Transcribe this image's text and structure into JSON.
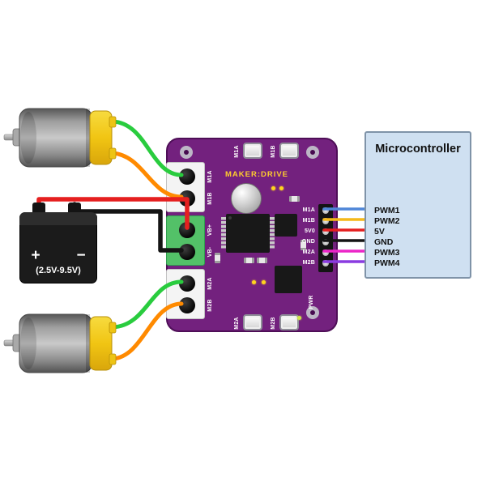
{
  "board": {
    "brand": "MAKER:DRIVE",
    "terminal_labels": [
      "M1A",
      "M1B",
      "VB+",
      "VB-",
      "M2A",
      "M2B"
    ],
    "button_labels": {
      "top": [
        "M1A",
        "M1B"
      ],
      "bottom": [
        "M2A",
        "M2B"
      ]
    },
    "right_pin_labels": [
      "M1A",
      "M1B",
      "5V0",
      "GND",
      "M2A",
      "M2B"
    ],
    "pwr_label": "PWR",
    "colors": {
      "pcb": "#73217e",
      "power_terminal_block": "#53c168",
      "signal_terminal_block": "#f4f4f4",
      "brand_text": "#ffce2d"
    }
  },
  "battery": {
    "plus": "+",
    "minus": "−",
    "voltage_label": "(2.5V-9.5V)"
  },
  "microcontroller": {
    "title": "Microcontroller",
    "pin_labels": [
      "PWM1",
      "PWM2",
      "5V",
      "GND",
      "PWM3",
      "PWM4"
    ],
    "box_color": "#cfe0f1"
  },
  "wires": {
    "motor1_a": "#29cc3e",
    "motor1_b": "#ff8a00",
    "motor2_a": "#29cc3e",
    "motor2_b": "#ff8a00",
    "battery_positive": "#e51f1f",
    "battery_negative": "#141414",
    "signal_colors": [
      "#4f86d8",
      "#f5b91a",
      "#e51f1f",
      "#141414",
      "#ec26c8",
      "#8a3be0"
    ]
  }
}
